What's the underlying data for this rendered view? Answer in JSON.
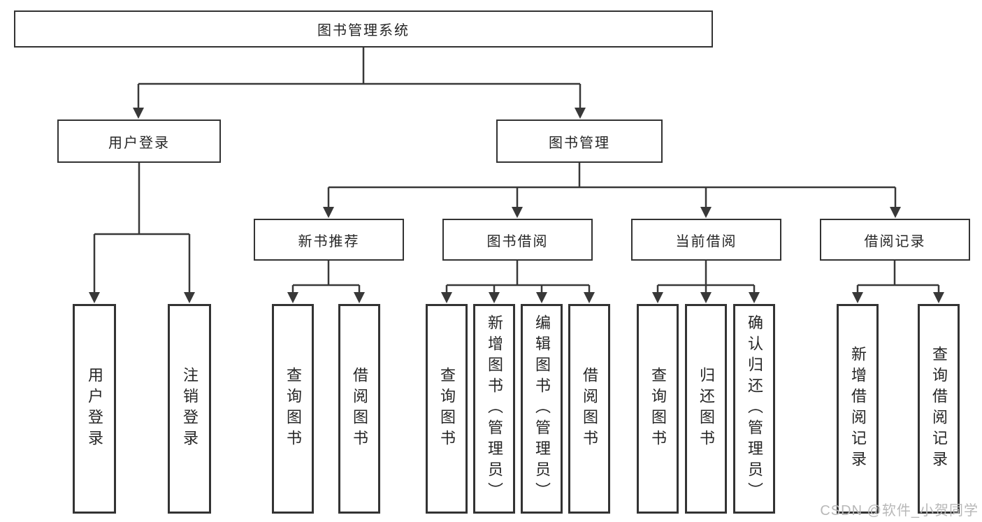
{
  "diagram": {
    "kind": "hierarchy-structure-diagram",
    "colors": {
      "line": "#383838",
      "box_border": "#333333",
      "text": "#262626",
      "background": "#ffffff",
      "watermark": "#b8b8b8"
    }
  },
  "watermark": {
    "text": "CSDN @软件_小贺同学"
  },
  "tree": {
    "root": {
      "label": "图书管理系统",
      "children": [
        {
          "label": "用户登录",
          "children": [
            {
              "label": "用户登录"
            },
            {
              "label": "注销登录"
            }
          ]
        },
        {
          "label": "图书管理",
          "children": [
            {
              "label": "新书推荐",
              "children": [
                {
                  "label": "查询图书"
                },
                {
                  "label": "借阅图书"
                }
              ]
            },
            {
              "label": "图书借阅",
              "children": [
                {
                  "label": "查询图书"
                },
                {
                  "label": "新增图书（管理员）"
                },
                {
                  "label": "编辑图书（管理员）"
                },
                {
                  "label": "借阅图书"
                }
              ]
            },
            {
              "label": "当前借阅",
              "children": [
                {
                  "label": "查询图书"
                },
                {
                  "label": "归还图书"
                },
                {
                  "label": "确认归还（管理员）"
                }
              ]
            },
            {
              "label": "借阅记录",
              "children": [
                {
                  "label": "新增借阅记录"
                },
                {
                  "label": "查询借阅记录"
                }
              ]
            }
          ]
        }
      ]
    }
  }
}
